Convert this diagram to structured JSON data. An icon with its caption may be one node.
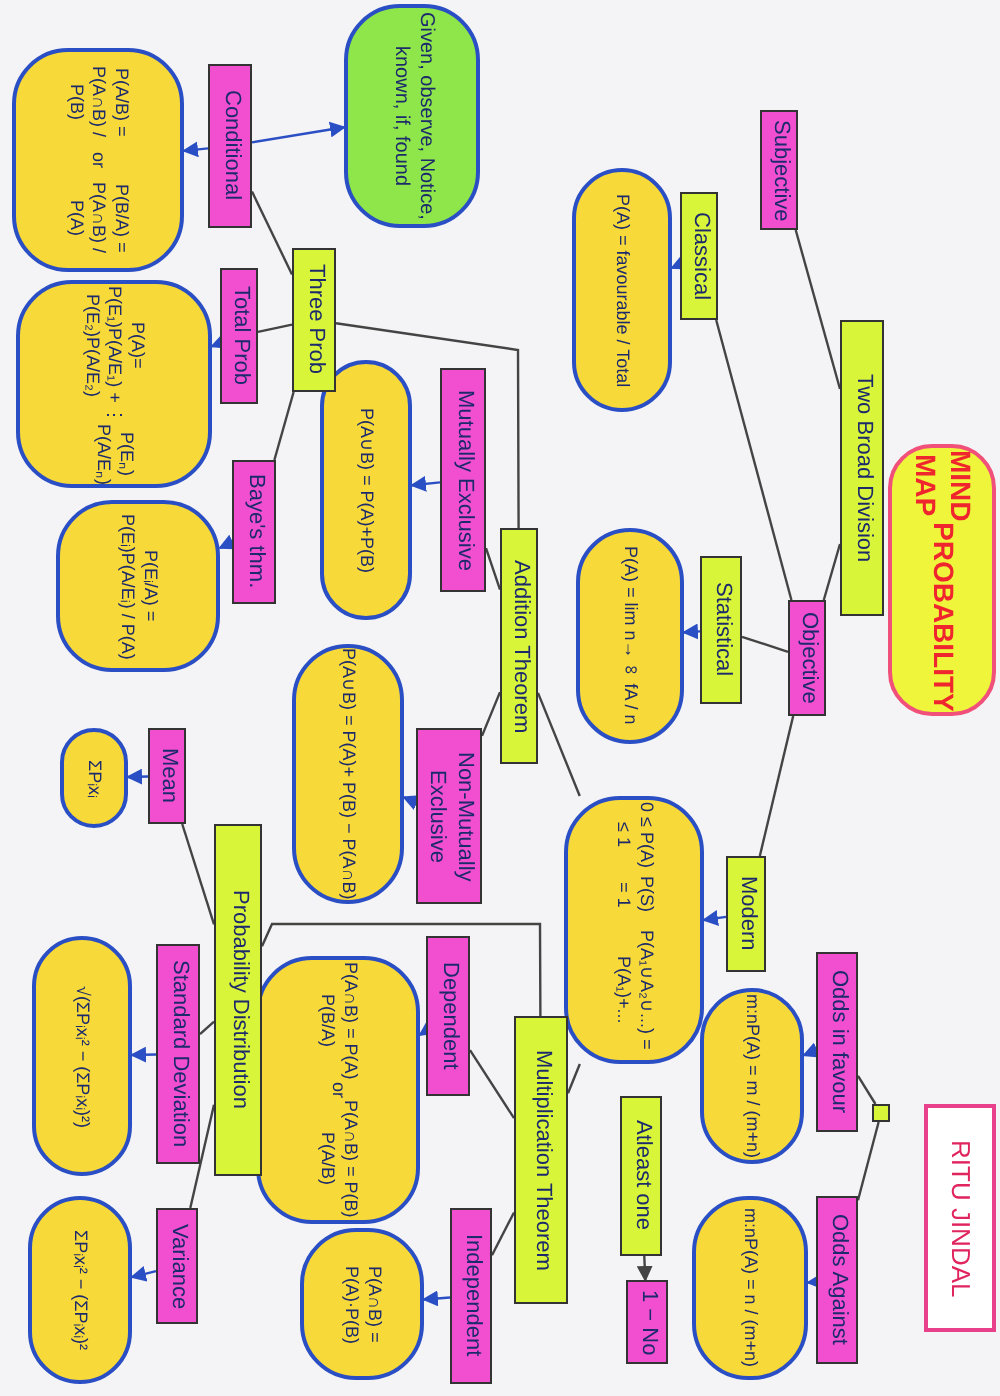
{
  "diagram": {
    "nodes": [
      {
        "text": [
          "MIND MAP",
          "PROBABILITY"
        ]
      },
      {
        "text": [
          "Two Broad Division"
        ]
      },
      {
        "text": [
          "Subjective"
        ]
      },
      {
        "text": [
          "Objective"
        ]
      },
      {
        "text": [
          "Classical"
        ]
      },
      {
        "text": [
          "P(A) = favourable / Total"
        ]
      },
      {
        "text": [
          "Statistical"
        ]
      },
      {
        "text": [
          "P(A) = lim n→∞ fA / n"
        ]
      },
      {
        "text": [
          "Modern"
        ]
      },
      {
        "text": [
          "0 ≤ P(A) ≤ 1",
          "P(S) = 1",
          "P(A₁∪A₂∪...) = P(A₁)+..."
        ]
      },
      {
        "text": [
          "Odds in favour"
        ]
      },
      {
        "text": [
          "m:n",
          "P(A) = m / (m+n)"
        ]
      },
      {
        "text": [],
        "shape": "box"
      },
      {
        "text": [
          "Odds Against"
        ]
      },
      {
        "text": [
          "m:n",
          "P(A) = n / (m+n)"
        ]
      },
      {
        "text": [
          "Atleast one"
        ]
      },
      {
        "text": [
          "1 − No"
        ]
      },
      {
        "text": [
          "Addition Theorem"
        ]
      },
      {
        "text": [
          "Mutually Exclusive"
        ]
      },
      {
        "text": [
          "P(A∪B) = P(A)+P(B)"
        ]
      },
      {
        "text": [
          "Non-Mutually Exclusive"
        ]
      },
      {
        "text": [
          "P(A∪B) = P(A)+ P(B) − P(A∩B)"
        ]
      },
      {
        "text": [
          "Multiplication Theorem"
        ]
      },
      {
        "text": [
          "Dependent"
        ]
      },
      {
        "text": [
          "P(A∩B) = P(A) P(B/A)",
          "or",
          "P(A∩B) = P(B) P(A/B)"
        ]
      },
      {
        "text": [
          "Independent"
        ]
      },
      {
        "text": [
          "P(A∩B) = P(A)·P(B)"
        ]
      },
      {
        "text": [
          "Three Prob"
        ]
      },
      {
        "text": [
          "Conditional"
        ]
      },
      {
        "text": [
          "Given, observe, Notice, known, if, found"
        ]
      },
      {
        "text": [
          "P(A/B) = P(A∩B) / P(B)",
          "or",
          "P(B/A) = P(A∩B) / P(A)"
        ]
      },
      {
        "text": [
          "Total Prob"
        ]
      },
      {
        "text": [
          "P(A)= P(E₁)P(A/E₁) + P(E₂)P(A/E₂)",
          "⋮",
          "P(Eₙ) P(A/Eₙ)"
        ]
      },
      {
        "text": [
          "Baye's thm."
        ]
      },
      {
        "text": [
          "P(Eᵢ/A) = P(Eᵢ)P(A/Eᵢ) / P(A)"
        ]
      },
      {
        "text": [
          "Probability Distribution"
        ]
      },
      {
        "text": [
          "Mean"
        ]
      },
      {
        "text": [
          "ΣPᵢxᵢ"
        ]
      },
      {
        "text": [
          "Standard Deviation"
        ]
      },
      {
        "text": [
          "√(ΣPᵢxᵢ² − (ΣPᵢxᵢ)²)"
        ]
      },
      {
        "text": [
          "Variance"
        ]
      },
      {
        "text": [
          "ΣPᵢxᵢ² − (ΣPᵢxᵢ)²"
        ]
      },
      {
        "text": [
          "RITU JINDAL"
        ]
      }
    ],
    "edges": [
      {
        "from": 1,
        "to": 2,
        "arrow": "none"
      },
      {
        "from": 1,
        "to": 3,
        "arrow": "none"
      },
      {
        "from": 3,
        "to": 4,
        "arrow": "none"
      },
      {
        "from": 3,
        "to": 6,
        "arrow": "none"
      },
      {
        "from": 3,
        "to": 8,
        "arrow": "none"
      },
      {
        "from": 4,
        "to": 5,
        "arrow": "to",
        "color": "#2a4fc4"
      },
      {
        "from": 6,
        "to": 7,
        "arrow": "to",
        "color": "#2a4fc4"
      },
      {
        "from": 8,
        "to": 9,
        "arrow": "to",
        "color": "#2a4fc4"
      },
      {
        "from": 12,
        "to": 10,
        "arrow": "none"
      },
      {
        "from": 12,
        "to": 13,
        "arrow": "none"
      },
      {
        "from": 10,
        "to": 11,
        "arrow": "to",
        "color": "#2a4fc4"
      },
      {
        "from": 13,
        "to": 14,
        "arrow": "to",
        "color": "#2a4fc4"
      },
      {
        "from": 15,
        "to": 16,
        "arrow": "to"
      },
      {
        "from": 9,
        "to": 17,
        "arrow": "none"
      },
      {
        "from": 9,
        "to": 22,
        "arrow": "none"
      },
      {
        "from": 17,
        "to": 18,
        "arrow": "none"
      },
      {
        "from": 17,
        "to": 20,
        "arrow": "none"
      },
      {
        "from": 18,
        "to": 19,
        "arrow": "to",
        "color": "#2a4fc4"
      },
      {
        "from": 20,
        "to": 21,
        "arrow": "to",
        "color": "#2a4fc4"
      },
      {
        "from": 22,
        "to": 23,
        "arrow": "none"
      },
      {
        "from": 22,
        "to": 25,
        "arrow": "none"
      },
      {
        "from": 23,
        "to": 24,
        "arrow": "to",
        "color": "#2a4fc4"
      },
      {
        "from": 25,
        "to": 26,
        "arrow": "to",
        "color": "#2a4fc4"
      },
      {
        "from": 17,
        "to": 27,
        "arrow": "none"
      },
      {
        "from": 27,
        "to": 28,
        "arrow": "none"
      },
      {
        "from": 27,
        "to": 31,
        "arrow": "none"
      },
      {
        "from": 27,
        "to": 33,
        "arrow": "none"
      },
      {
        "from": 28,
        "to": 29,
        "arrow": "to",
        "color": "#2a4fc4"
      },
      {
        "from": 28,
        "to": 30,
        "arrow": "to",
        "color": "#2a4fc4"
      },
      {
        "from": 31,
        "to": 32,
        "arrow": "to",
        "color": "#2a4fc4"
      },
      {
        "from": 33,
        "to": 34,
        "arrow": "to",
        "color": "#2a4fc4"
      },
      {
        "from": 22,
        "to": 35,
        "arrow": "none"
      },
      {
        "from": 35,
        "to": 36,
        "arrow": "none"
      },
      {
        "from": 35,
        "to": 38,
        "arrow": "none"
      },
      {
        "from": 35,
        "to": 40,
        "arrow": "none"
      },
      {
        "from": 36,
        "to": 37,
        "arrow": "to",
        "color": "#2a4fc4"
      },
      {
        "from": 38,
        "to": 39,
        "arrow": "to",
        "color": "#2a4fc4"
      },
      {
        "from": 40,
        "to": 41,
        "arrow": "to",
        "color": "#2a4fc4"
      }
    ]
  }
}
